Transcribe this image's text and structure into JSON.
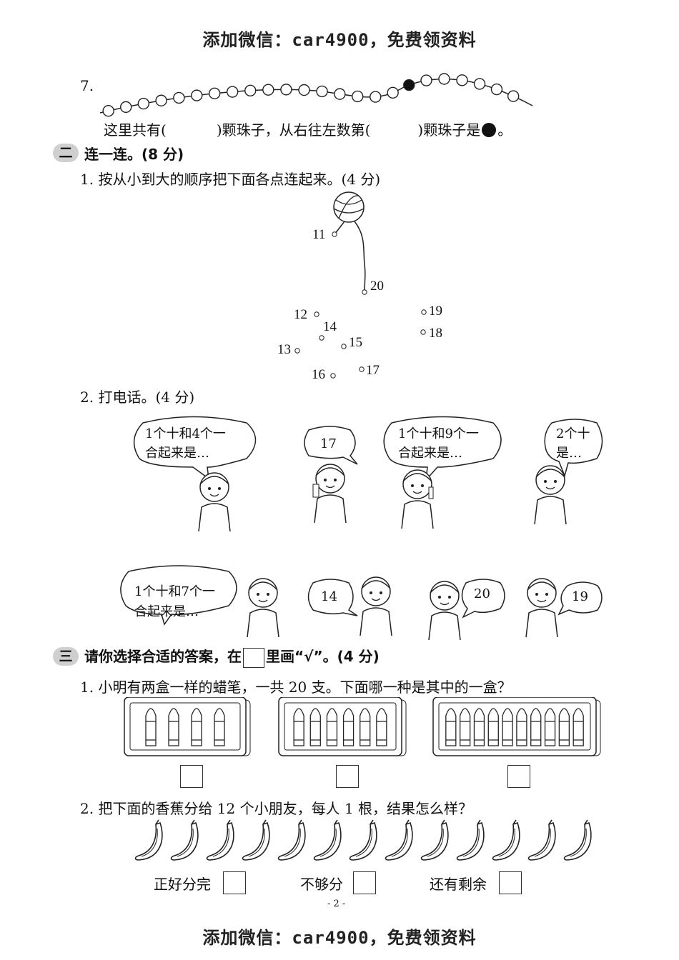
{
  "watermark": "添加微信：car4900，免费领资料",
  "q7": {
    "number": "7.",
    "text_a": "这里共有(",
    "text_b": ")颗珠子，从右往左数第(",
    "text_c": ")颗珠子是",
    "text_d": "。",
    "bead_count": 24,
    "black_bead_index_from_left": 18
  },
  "section2": {
    "badge": "二",
    "title": "连一连。(8 分)",
    "q1": "1. 按从小到大的顺序把下面各点连起来。(4 分)",
    "dot_labels": [
      "11",
      "20",
      "12",
      "14",
      "13",
      "15",
      "16",
      "17",
      "19",
      "18"
    ],
    "q2": "2. 打电话。(4 分)",
    "bubbles": [
      "1个十和4个一",
      "合起来是…",
      "17",
      "1个十和9个一",
      "合起来是…",
      "2个十",
      "是…",
      "1个十和7个一",
      "合起来是…",
      "14",
      "20",
      "19"
    ]
  },
  "section3": {
    "badge": "三",
    "title_a": "请你选择合适的答案，在",
    "title_b": "里画“√”。(4 分)",
    "q1": "1. 小明有两盒一样的蜡笔，一共 20 支。下面哪一种是其中的一盒？",
    "crayon_boxes": [
      4,
      6,
      10
    ],
    "q2": "2. 把下面的香蕉分给 12 个小朋友，每人 1 根，结果怎么样？",
    "banana_count": 13,
    "options": [
      "正好分完",
      "不够分",
      "还有剩余"
    ]
  },
  "page_number": "- 2 -"
}
